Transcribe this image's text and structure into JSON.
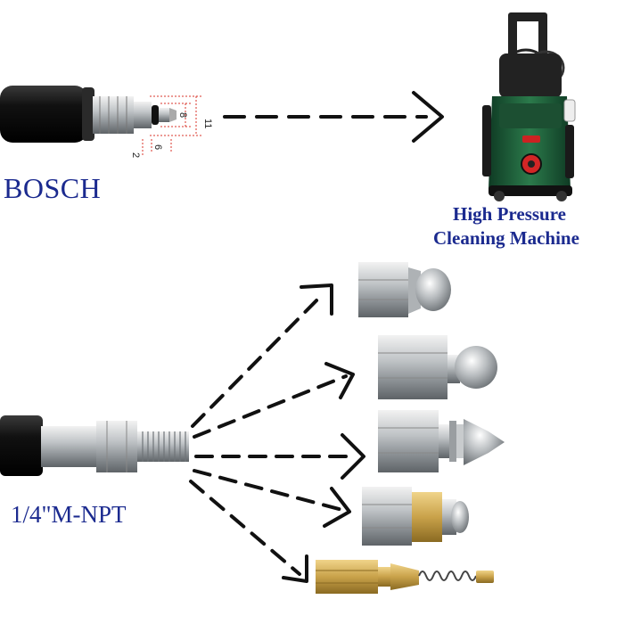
{
  "top": {
    "brand_label": "BOSCH",
    "dimensions": {
      "d1": "11",
      "d2": "8",
      "d3": "6",
      "d4": "2"
    },
    "machine_label_line1": "High Pressure",
    "machine_label_line2": "Cleaning Machine"
  },
  "bottom": {
    "thread_label": "1/4\"M-NPT",
    "nozzles": [
      "button-nozzle",
      "round-nozzle",
      "cone-nozzle",
      "rotating-nozzle",
      "spring-nozzle"
    ]
  },
  "colors": {
    "label_blue": "#1b2a8f",
    "machine_green": "#1f5e3a",
    "dim_red": "#d9342b",
    "brass": "#c9a24a"
  }
}
